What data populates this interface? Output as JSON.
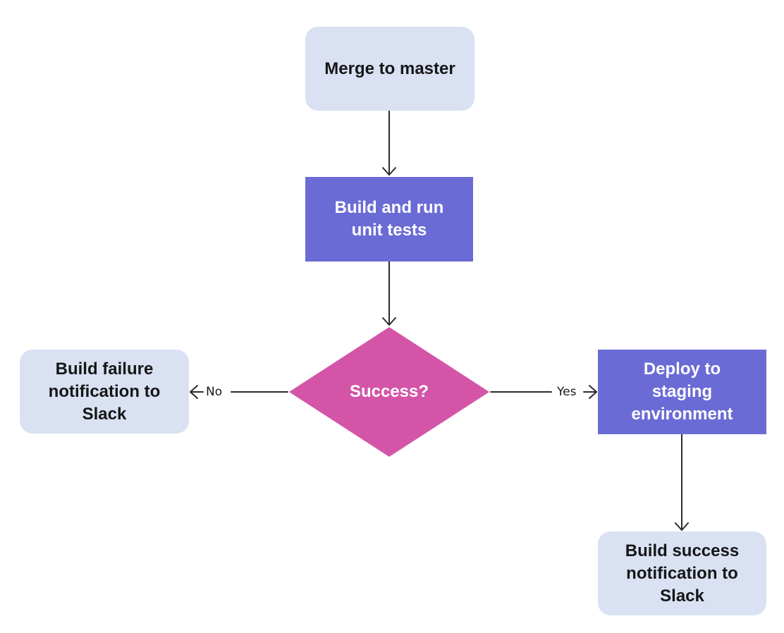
{
  "nodes": {
    "merge": {
      "label": "Merge to master"
    },
    "build": {
      "label": "Build and run\nunit tests"
    },
    "decision": {
      "label": "Success?"
    },
    "failure": {
      "label": "Build failure\nnotification to\nSlack"
    },
    "deploy": {
      "label": "Deploy to\nstaging\nenvironment"
    },
    "success": {
      "label": "Build success\nnotification to\nSlack"
    }
  },
  "edges": {
    "no_label": "No",
    "yes_label": "Yes"
  },
  "colors": {
    "terminal_fill": "#d9e1f2",
    "process_fill": "#6b6bd6",
    "decision_fill": "#d455a8",
    "connector": "#2b2b2b"
  }
}
